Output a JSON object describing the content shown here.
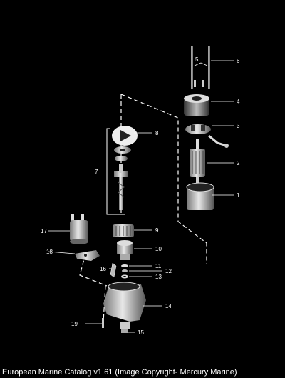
{
  "diagram": {
    "callouts": [
      "1",
      "2",
      "3",
      "4",
      "5",
      "6",
      "7",
      "8",
      "9",
      "10",
      "11",
      "12",
      "13",
      "14",
      "15",
      "16",
      "17",
      "18",
      "19"
    ]
  },
  "footer": {
    "caption": "European Marine Catalog v1.61 (Image Copyright- Mercury Marine)"
  },
  "colors": {
    "background": "#000000",
    "line": "#ffffff"
  }
}
